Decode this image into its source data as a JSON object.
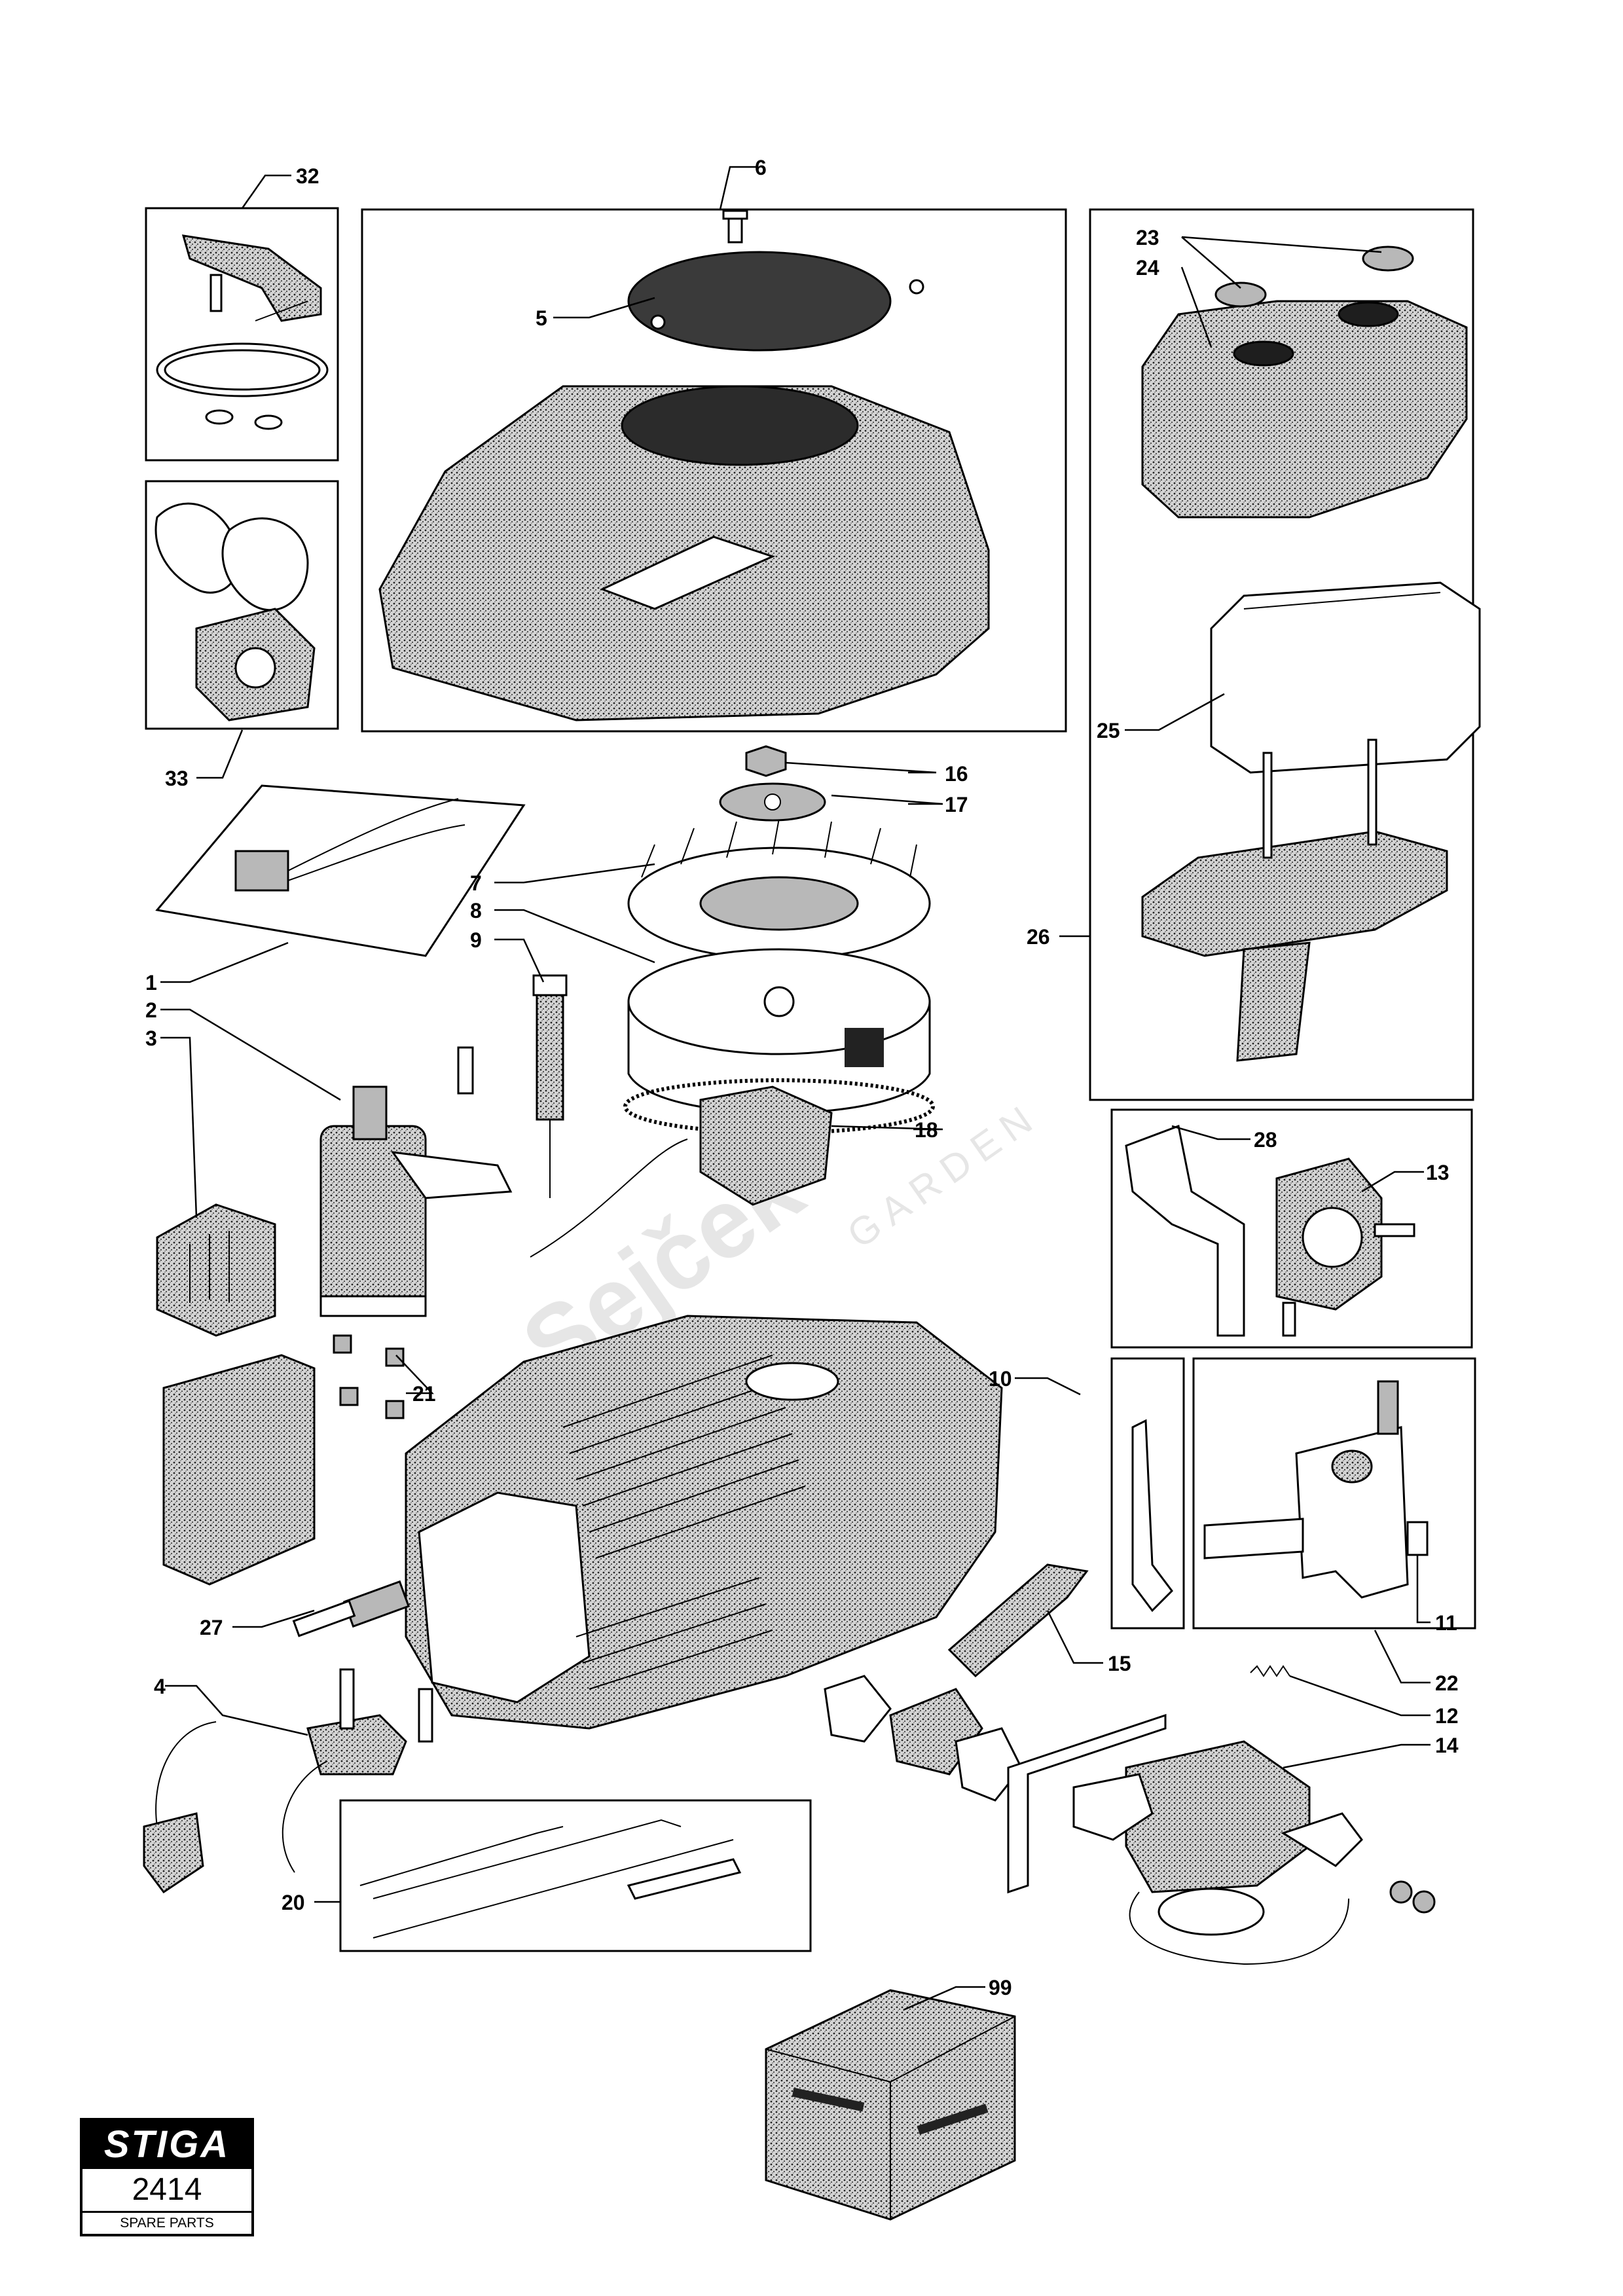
{
  "callouts": {
    "c32": "32",
    "c6": "6",
    "c5": "5",
    "c23": "23",
    "c24": "24",
    "c33": "33",
    "c25": "25",
    "c16": "16",
    "c17": "17",
    "c7": "7",
    "c8": "8",
    "c9": "9",
    "c26": "26",
    "c1": "1",
    "c2": "2",
    "c3": "3",
    "c18": "18",
    "c28": "28",
    "c13": "13",
    "c21": "21",
    "c10": "10",
    "c27": "27",
    "c4": "4",
    "c15": "15",
    "c11": "11",
    "c22": "22",
    "c12": "12",
    "c14": "14",
    "c20": "20",
    "c99": "99"
  },
  "watermark": {
    "brand": "Sejček",
    "sub": "GARDEN"
  },
  "logo": {
    "brand": "STIGA",
    "model_code": "2414",
    "caption": "SPARE PARTS"
  },
  "icons": {
    "stipple": "dotted-shading-pattern"
  }
}
